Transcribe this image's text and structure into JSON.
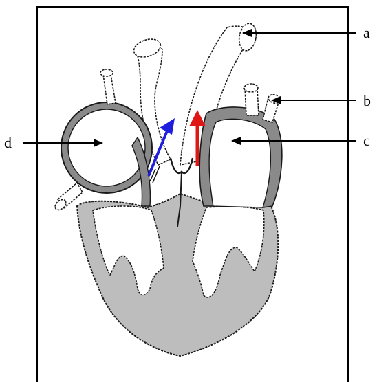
{
  "labels": {
    "a": "a",
    "b": "b",
    "c": "c",
    "d": "d"
  },
  "colors": {
    "muscle": "#bdbdbd",
    "outline": "#1a1a1a",
    "wall": "#6a6a6a",
    "chamber": "#ffffff",
    "arrow_left": "#1e1edc",
    "arrow_right": "#e01616",
    "pointer": "#000000",
    "frame": "#000000"
  },
  "icons": {
    "blue_arrow": "arrow-up-right",
    "red_arrow": "arrow-up"
  }
}
